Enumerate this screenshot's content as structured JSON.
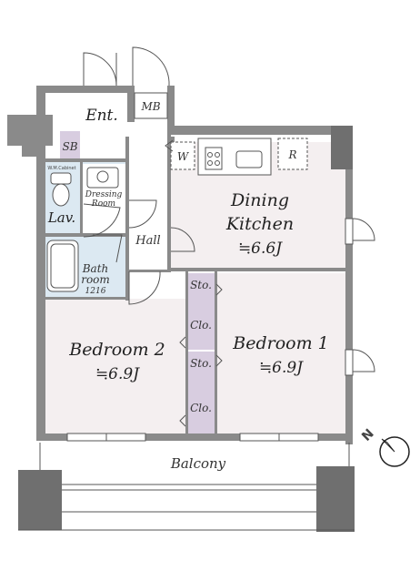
{
  "labels": {
    "ent": "Ent.",
    "mb": "MB",
    "sb": "SB",
    "w": "W",
    "r": "R",
    "washing_machine": "W.M.Cabinet",
    "lav": "Lav.",
    "dressing_line1": "Dressing",
    "dressing_line2": "Room",
    "hall": "Hall",
    "bath_line1": "Bath",
    "bath_line2": "room",
    "bath_size": "1216",
    "dining_line1": "Dining",
    "dining_line2": "Kitchen",
    "dining_size": "≒6.6J",
    "bedroom1": "Bedroom 1",
    "bedroom1_size": "≒6.9J",
    "bedroom2": "Bedroom 2",
    "bedroom2_size": "≒6.9J",
    "sto_upper": "Sto.",
    "clo_upper": "Clo.",
    "sto_lower": "Sto.",
    "clo_lower": "Clo.",
    "balcony": "Balcony",
    "compass": "N"
  },
  "colors": {
    "wall": "#8a8a8a",
    "wall_dark": "#6f6f6f",
    "room_fill": "#f4eff0",
    "wet_fill": "#dce9f2",
    "storage_fill": "#d8cde0",
    "line": "#555555"
  }
}
